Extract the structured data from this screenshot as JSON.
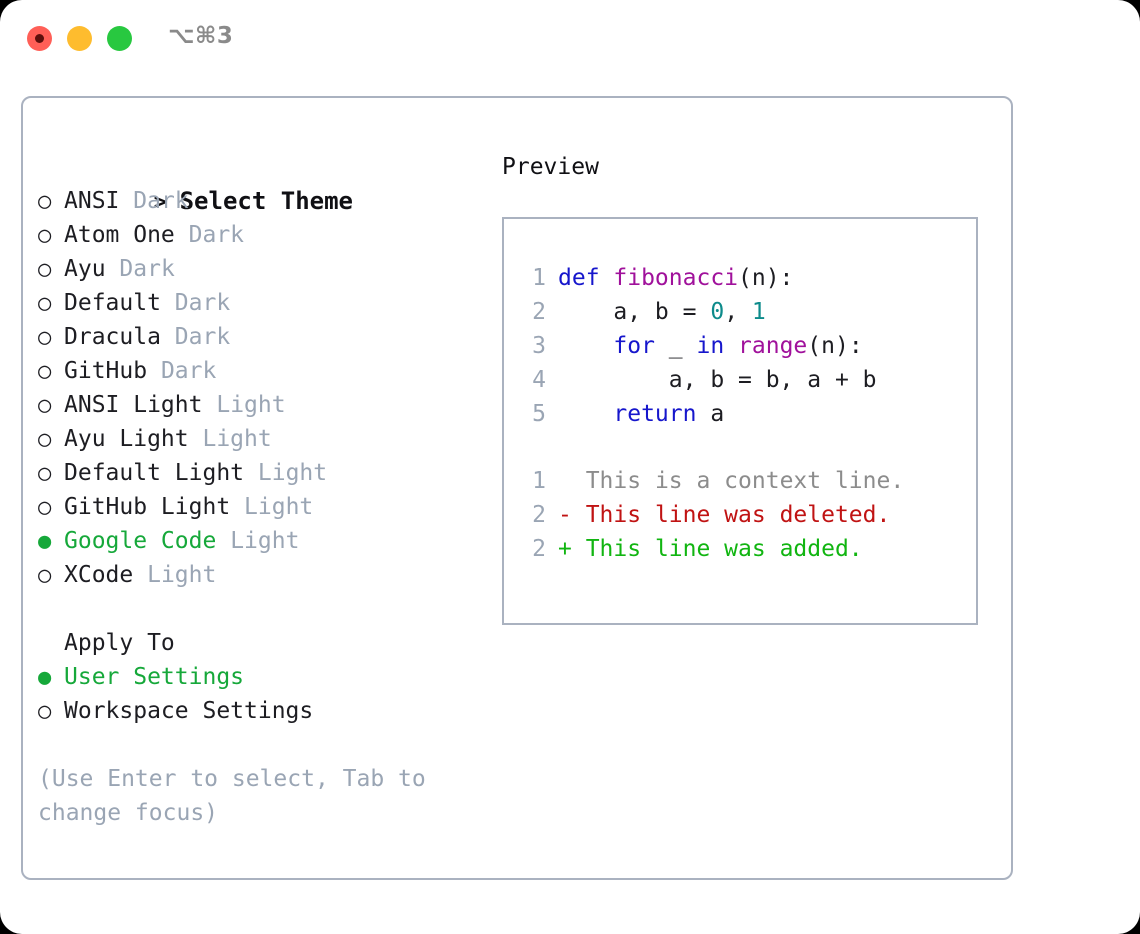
{
  "titlebar": {
    "shortcut": "⌥⌘3",
    "buttons": [
      {
        "name": "close",
        "color": "#ff5f57"
      },
      {
        "name": "minimize",
        "color": "#febc2e"
      },
      {
        "name": "maximize",
        "color": "#28c840"
      }
    ]
  },
  "theme_selector": {
    "header": {
      "marker": ">",
      "label": "Select Theme"
    },
    "unselected_marker": "○",
    "selected_marker": "●",
    "accent_color": "#16a83a",
    "badge_color": "#9aa5b4",
    "items": [
      {
        "marker": "○",
        "name": "ANSI",
        "badge": "Dark",
        "selected": false
      },
      {
        "marker": "○",
        "name": "Atom One",
        "badge": "Dark",
        "selected": false
      },
      {
        "marker": "○",
        "name": "Ayu",
        "badge": "Dark",
        "selected": false
      },
      {
        "marker": "○",
        "name": "Default",
        "badge": "Dark",
        "selected": false
      },
      {
        "marker": "○",
        "name": "Dracula",
        "badge": "Dark",
        "selected": false
      },
      {
        "marker": "○",
        "name": "GitHub",
        "badge": "Dark",
        "selected": false
      },
      {
        "marker": "○",
        "name": "ANSI Light",
        "badge": "Light",
        "selected": false
      },
      {
        "marker": "○",
        "name": "Ayu Light",
        "badge": "Light",
        "selected": false
      },
      {
        "marker": "○",
        "name": "Default Light",
        "badge": "Light",
        "selected": false
      },
      {
        "marker": "○",
        "name": "GitHub Light",
        "badge": "Light",
        "selected": false
      },
      {
        "marker": "●",
        "name": "Google Code",
        "badge": "Light",
        "selected": true
      },
      {
        "marker": "○",
        "name": "XCode",
        "badge": "Light",
        "selected": false
      }
    ]
  },
  "apply_to": {
    "title": "Apply To",
    "items": [
      {
        "marker": "●",
        "name": "User Settings",
        "selected": true
      },
      {
        "marker": "○",
        "name": "Workspace Settings",
        "selected": false
      }
    ]
  },
  "hint": "(Use Enter to select, Tab to change focus)",
  "preview": {
    "title": "Preview",
    "code_lines": [
      {
        "num": "1",
        "tokens": [
          {
            "t": "def ",
            "c": "kw"
          },
          {
            "t": "fibonacci",
            "c": "fn"
          },
          {
            "t": "(n):",
            "c": "plain"
          }
        ]
      },
      {
        "num": "2",
        "tokens": [
          {
            "t": "    a, b = ",
            "c": "plain"
          },
          {
            "t": "0",
            "c": "num"
          },
          {
            "t": ", ",
            "c": "plain"
          },
          {
            "t": "1",
            "c": "num"
          }
        ]
      },
      {
        "num": "3",
        "tokens": [
          {
            "t": "    ",
            "c": "plain"
          },
          {
            "t": "for",
            "c": "kw"
          },
          {
            "t": " _ ",
            "c": "plain"
          },
          {
            "t": "in",
            "c": "kw"
          },
          {
            "t": " ",
            "c": "plain"
          },
          {
            "t": "range",
            "c": "fn"
          },
          {
            "t": "(n):",
            "c": "plain"
          }
        ]
      },
      {
        "num": "4",
        "tokens": [
          {
            "t": "        a, b = b, a + b",
            "c": "plain"
          }
        ]
      },
      {
        "num": "5",
        "tokens": [
          {
            "t": "    ",
            "c": "plain"
          },
          {
            "t": "return",
            "c": "kw"
          },
          {
            "t": " a",
            "c": "plain"
          }
        ]
      }
    ],
    "diff_lines": [
      {
        "num": "1",
        "sign": " ",
        "text": " This is a context line.",
        "kind": "diff-ctx"
      },
      {
        "num": "2",
        "sign": "-",
        "text": " This line was deleted.",
        "kind": "diff-del"
      },
      {
        "num": "2",
        "sign": "+",
        "text": " This line was added.",
        "kind": "diff-add"
      }
    ]
  }
}
